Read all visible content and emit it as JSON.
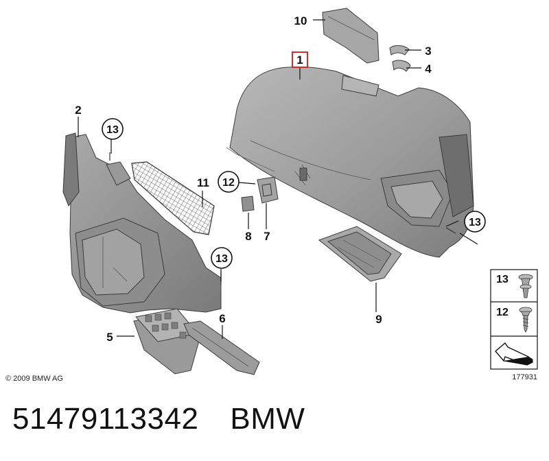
{
  "diagram": {
    "copyright": "© 2009 BMW AG",
    "drawing_id": "177931",
    "callouts": {
      "c1": "1",
      "c2": "2",
      "c3": "3",
      "c4": "4",
      "c5": "5",
      "c6": "6",
      "c7": "7",
      "c8": "8",
      "c9": "9",
      "c10": "10",
      "c11": "11",
      "c12": "12",
      "c13a": "13",
      "c13b": "13",
      "c13c": "13"
    },
    "legend": {
      "item_a": "13",
      "item_b": "12"
    },
    "colors": {
      "highlight": "#d62b2b",
      "part_fill": "#9a9a9a",
      "part_dark": "#6e6e6e"
    }
  },
  "footer": {
    "part_number": "51479113342",
    "brand": "BMW"
  }
}
